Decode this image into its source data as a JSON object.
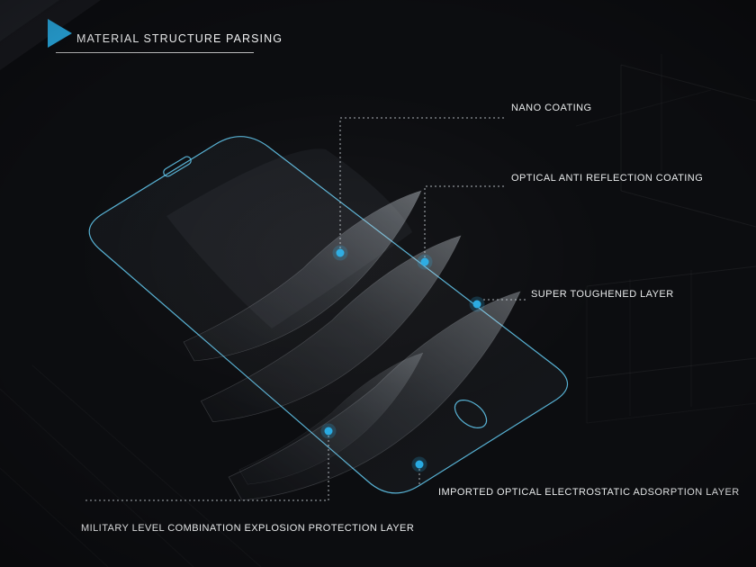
{
  "header": {
    "title": "MATERIAL STRUCTURE PARSING"
  },
  "labels": [
    {
      "id": "nano-coating",
      "text": "NANO COATING"
    },
    {
      "id": "optical-anti-reflection-coating",
      "text": "OPTICAL ANTI REFLECTION COATING"
    },
    {
      "id": "super-toughened-layer",
      "text": "SUPER TOUGHENED LAYER"
    },
    {
      "id": "imported-optical-electrostatic-adsorption-layer",
      "text": "IMPORTED OPTICAL ELECTROSTATIC ADSORPTION LAYER"
    },
    {
      "id": "military-level-combination-explosion-protection-layer",
      "text": "MILITARY LEVEL COMBINATION EXPLOSION PROTECTION LAYER"
    }
  ],
  "colors": {
    "accent": "#29aae1",
    "outline": "#5fc3e9",
    "background": "#0c0d10",
    "text": "#e9ebec",
    "leader": "#c9d0d6"
  }
}
